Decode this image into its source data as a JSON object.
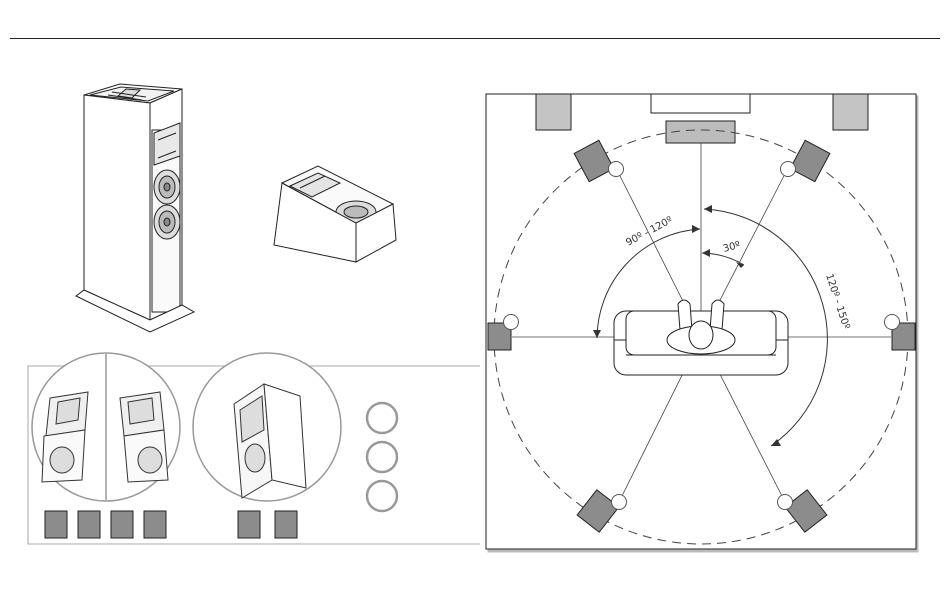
{
  "labels": {
    "front_angle": "90º - 120º",
    "center_angle": "30º",
    "rear_angle": "120º - 150º"
  },
  "colors": {
    "speaker_fill": "#8c8c8c",
    "speaker_light": "#c4c4c4",
    "line": "#444444",
    "divider": "#222222"
  }
}
